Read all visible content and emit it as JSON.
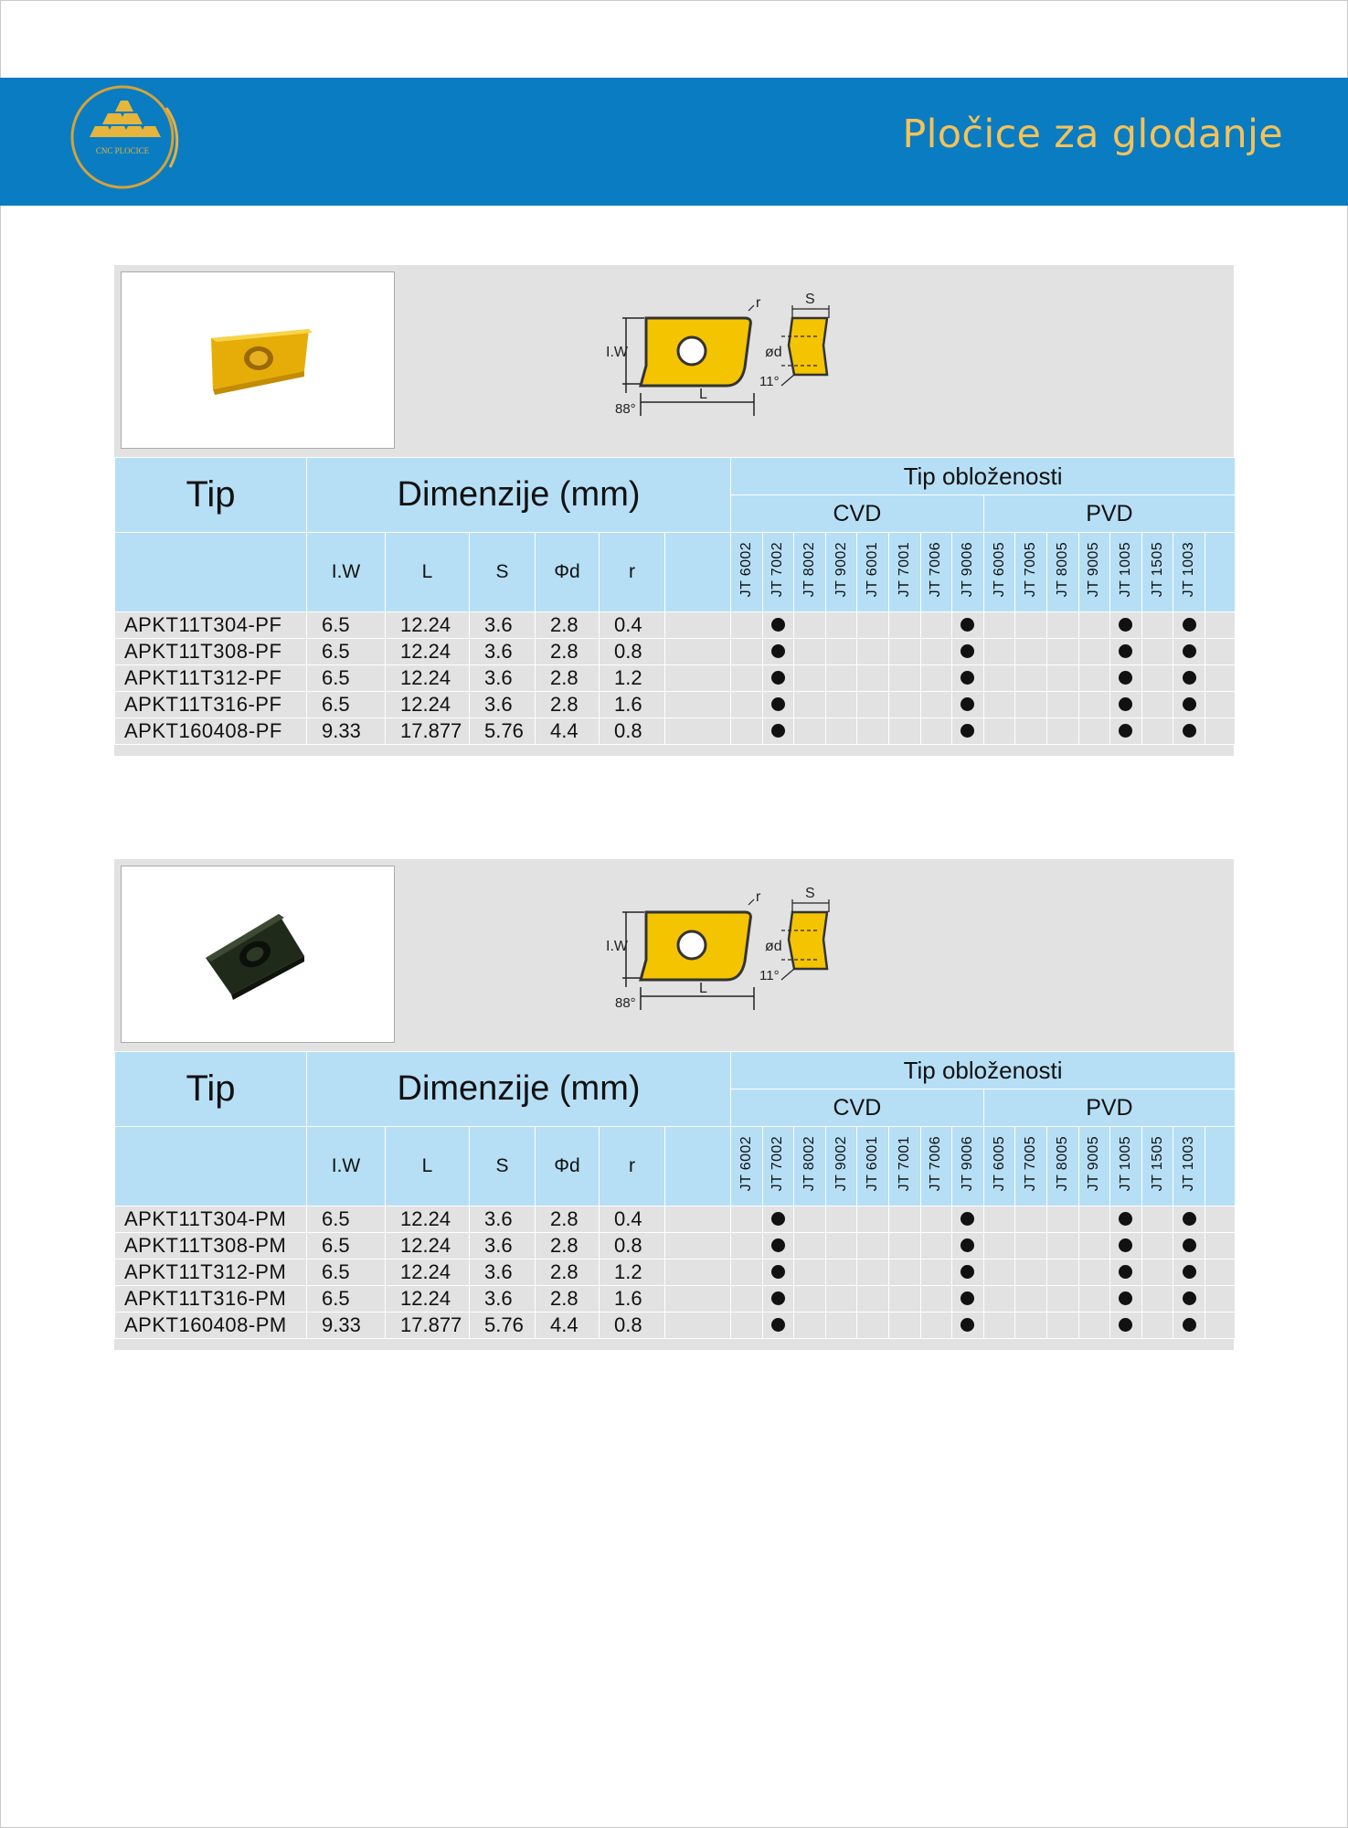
{
  "header": {
    "title": "Pločice za glodanje",
    "logo_text": "CNC PLOCICE"
  },
  "drawing_labels": {
    "iw": "I.W",
    "angle88": "88°",
    "L": "L",
    "r": "r",
    "S": "S",
    "od": "ød",
    "angle11": "11°"
  },
  "table_headers": {
    "tip": "Tip",
    "dimenzije": "Dimenzije (mm)",
    "coating": "Tip obloženosti",
    "cvd": "CVD",
    "pvd": "PVD",
    "dims": [
      "I.W",
      "L",
      "S",
      "Φd",
      "r"
    ],
    "grades": [
      "JT 6002",
      "JT 7002",
      "JT 8002",
      "JT 9002",
      "JT 6001",
      "JT 7001",
      "JT 7006",
      "JT 9006",
      "JT 6005",
      "JT 7005",
      "JT 8005",
      "JT 9005",
      "JT 1005",
      "JT 1505",
      "JT 1003"
    ]
  },
  "sections": [
    {
      "insert_color": "gold",
      "rows": [
        {
          "name": "APKT11T304-PF",
          "iw": "6.5",
          "l": "12.24",
          "s": "3.6",
          "d": "2.8",
          "r": "0.4",
          "grades": [
            0,
            1,
            0,
            0,
            0,
            0,
            0,
            1,
            0,
            0,
            0,
            0,
            1,
            0,
            1
          ]
        },
        {
          "name": "APKT11T308-PF",
          "iw": "6.5",
          "l": "12.24",
          "s": "3.6",
          "d": "2.8",
          "r": "0.8",
          "grades": [
            0,
            1,
            0,
            0,
            0,
            0,
            0,
            1,
            0,
            0,
            0,
            0,
            1,
            0,
            1
          ]
        },
        {
          "name": "APKT11T312-PF",
          "iw": "6.5",
          "l": "12.24",
          "s": "3.6",
          "d": "2.8",
          "r": "1.2",
          "grades": [
            0,
            1,
            0,
            0,
            0,
            0,
            0,
            1,
            0,
            0,
            0,
            0,
            1,
            0,
            1
          ]
        },
        {
          "name": "APKT11T316-PF",
          "iw": "6.5",
          "l": "12.24",
          "s": "3.6",
          "d": "2.8",
          "r": "1.6",
          "grades": [
            0,
            1,
            0,
            0,
            0,
            0,
            0,
            1,
            0,
            0,
            0,
            0,
            1,
            0,
            1
          ]
        },
        {
          "name": "APKT160408-PF",
          "iw": "9.33",
          "l": "17.877",
          "s": "5.76",
          "d": "4.4",
          "r": "0.8",
          "grades": [
            0,
            1,
            0,
            0,
            0,
            0,
            0,
            1,
            0,
            0,
            0,
            0,
            1,
            0,
            1
          ]
        }
      ]
    },
    {
      "insert_color": "black",
      "rows": [
        {
          "name": "APKT11T304-PM",
          "iw": "6.5",
          "l": "12.24",
          "s": "3.6",
          "d": "2.8",
          "r": "0.4",
          "grades": [
            0,
            1,
            0,
            0,
            0,
            0,
            0,
            1,
            0,
            0,
            0,
            0,
            1,
            0,
            1
          ]
        },
        {
          "name": "APKT11T308-PM",
          "iw": "6.5",
          "l": "12.24",
          "s": "3.6",
          "d": "2.8",
          "r": "0.8",
          "grades": [
            0,
            1,
            0,
            0,
            0,
            0,
            0,
            1,
            0,
            0,
            0,
            0,
            1,
            0,
            1
          ]
        },
        {
          "name": "APKT11T312-PM",
          "iw": "6.5",
          "l": "12.24",
          "s": "3.6",
          "d": "2.8",
          "r": "1.2",
          "grades": [
            0,
            1,
            0,
            0,
            0,
            0,
            0,
            1,
            0,
            0,
            0,
            0,
            1,
            0,
            1
          ]
        },
        {
          "name": "APKT11T316-PM",
          "iw": "6.5",
          "l": "12.24",
          "s": "3.6",
          "d": "2.8",
          "r": "1.6",
          "grades": [
            0,
            1,
            0,
            0,
            0,
            0,
            0,
            1,
            0,
            0,
            0,
            0,
            1,
            0,
            1
          ]
        },
        {
          "name": "APKT160408-PM",
          "iw": "9.33",
          "l": "17.877",
          "s": "5.76",
          "d": "4.4",
          "r": "0.8",
          "grades": [
            0,
            1,
            0,
            0,
            0,
            0,
            0,
            1,
            0,
            0,
            0,
            0,
            1,
            0,
            1
          ]
        }
      ]
    }
  ],
  "colors": {
    "header_bg": "#0a7cc2",
    "title_color": "#f3c25a",
    "table_header_bg": "#b6dff5",
    "row_bg": "#e2e2e2",
    "insert_yellow": "#f5c400"
  }
}
